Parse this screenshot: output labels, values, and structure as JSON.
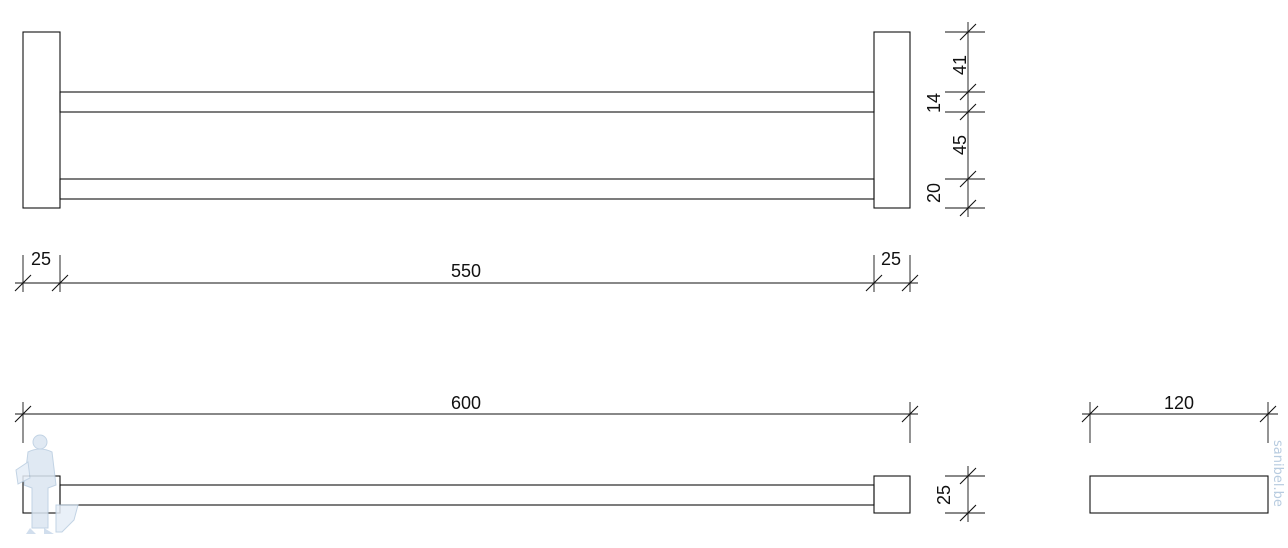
{
  "top_view": {
    "vertical_dimensions": [
      "41",
      "14",
      "45",
      "20"
    ],
    "horizontal_dimensions": [
      "25",
      "550",
      "25"
    ]
  },
  "front_view": {
    "overall_length": "600",
    "height": "25"
  },
  "side_view": {
    "depth": "120"
  },
  "watermark": {
    "text": "sanibel.be",
    "logo": "plumber-mascot-icon",
    "color": "#b8cce0"
  }
}
